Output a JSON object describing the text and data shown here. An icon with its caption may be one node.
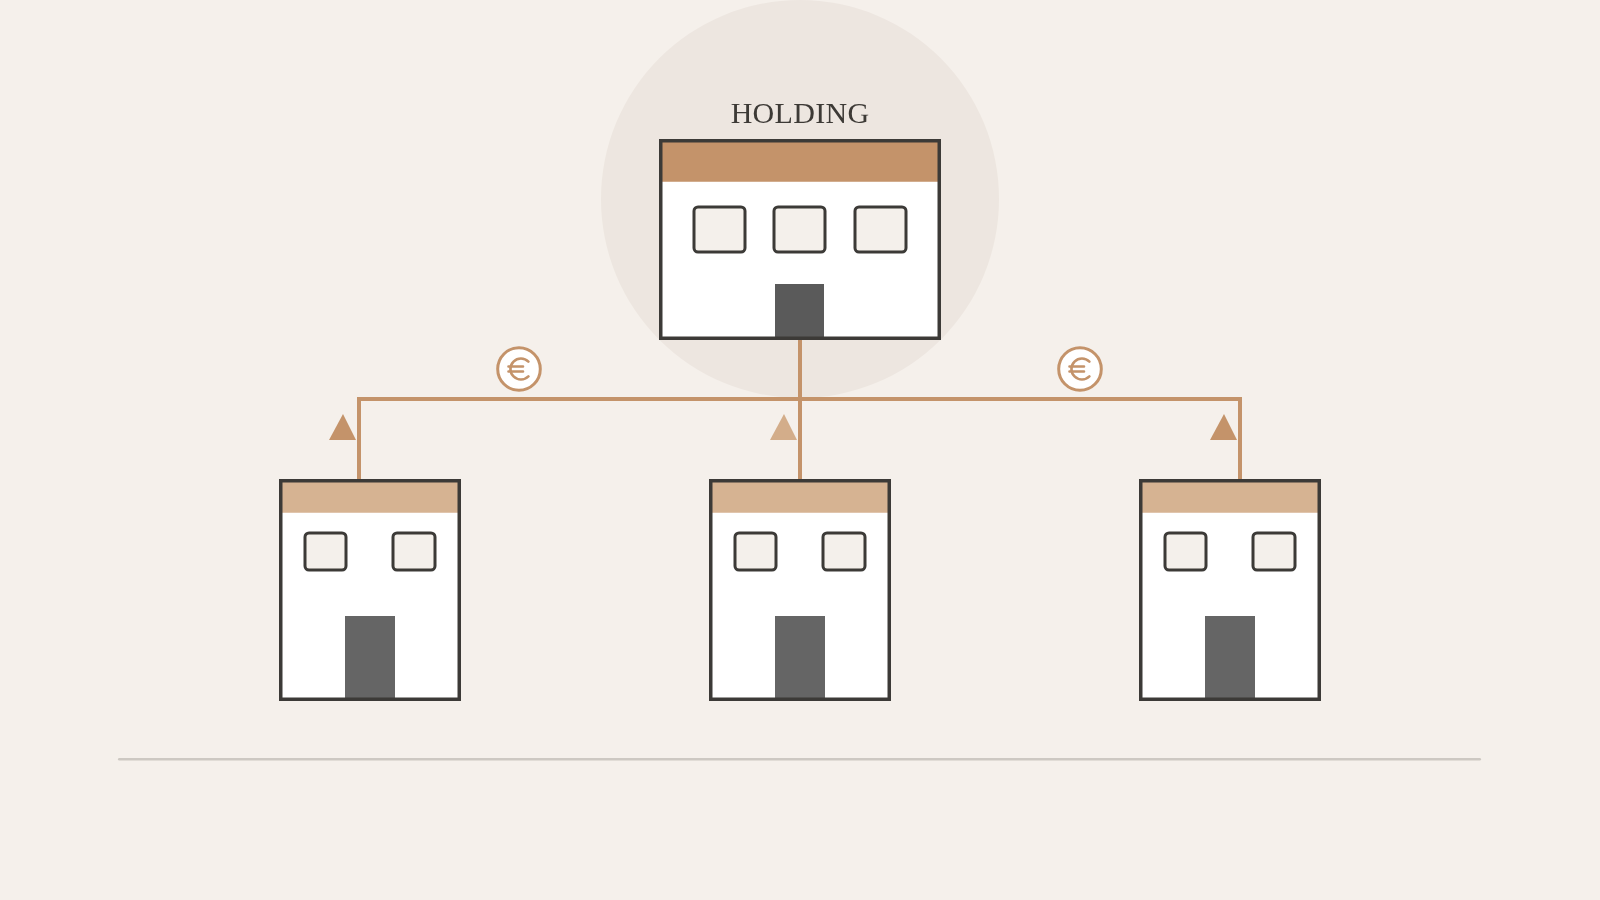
{
  "diagram": {
    "nodes": [
      {
        "text": [
          "HOLDING"
        ]
      },
      {
        "text": [],
        "shape": "building"
      },
      {
        "text": [],
        "shape": "building"
      },
      {
        "text": [],
        "shape": "building"
      }
    ],
    "edges": [
      {
        "from": 0,
        "to": 1,
        "arrow": "none"
      },
      {
        "from": 0,
        "to": 2,
        "arrow": "none"
      },
      {
        "from": 0,
        "to": 3,
        "arrow": "none"
      }
    ]
  }
}
